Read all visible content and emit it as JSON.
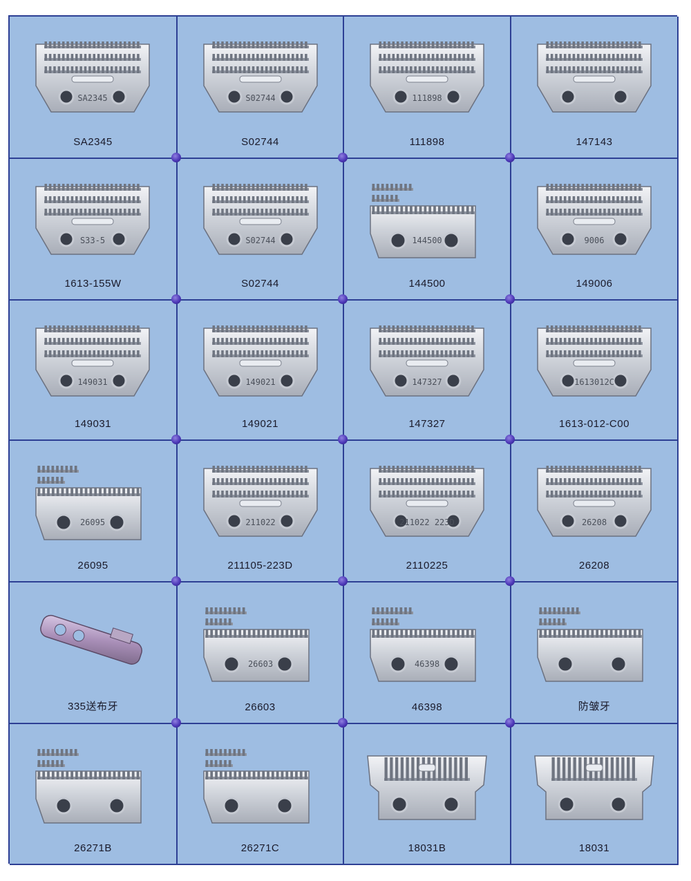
{
  "colors": {
    "background": "#9ebde2",
    "grid_line": "#2d3f94",
    "junction_dot": "#4d38b8",
    "label_text": "#1a1a2a"
  },
  "items": [
    {
      "label": "SA2345",
      "stamp": "SA2345",
      "icon": "feed-dog-plate-icon"
    },
    {
      "label": "S02744",
      "stamp": "S02744",
      "icon": "feed-dog-plate-icon"
    },
    {
      "label": "111898",
      "stamp": "111898",
      "icon": "feed-dog-plate-icon"
    },
    {
      "label": "147143",
      "stamp": "",
      "icon": "feed-dog-plate-icon"
    },
    {
      "label": "1613-155W",
      "stamp": "S33-5",
      "icon": "feed-dog-plate-icon"
    },
    {
      "label": "S02744",
      "stamp": "S02744",
      "icon": "feed-dog-plate-icon"
    },
    {
      "label": "144500",
      "stamp": "144500",
      "icon": "feed-dog-half-plate-icon"
    },
    {
      "label": "149006",
      "stamp": "9006",
      "icon": "feed-dog-plate-icon"
    },
    {
      "label": "149031",
      "stamp": "149031",
      "icon": "feed-dog-plate-icon"
    },
    {
      "label": "149021",
      "stamp": "149021",
      "icon": "feed-dog-plate-icon"
    },
    {
      "label": "147327",
      "stamp": "147327",
      "icon": "feed-dog-plate-icon"
    },
    {
      "label": "1613-012-C00",
      "stamp": "1613012C",
      "icon": "feed-dog-plate-icon"
    },
    {
      "label": "26095",
      "stamp": "26095",
      "icon": "feed-dog-half-plate-icon"
    },
    {
      "label": "211105-223D",
      "stamp": "211022",
      "icon": "feed-dog-plate-icon"
    },
    {
      "label": "2110225",
      "stamp": "211022 223D",
      "icon": "feed-dog-plate-icon"
    },
    {
      "label": "26208",
      "stamp": "26208",
      "icon": "feed-dog-plate-icon"
    },
    {
      "label": "335送布牙",
      "stamp": "",
      "icon": "feed-dog-arm-icon"
    },
    {
      "label": "26603",
      "stamp": "26603",
      "icon": "feed-dog-half-plate-icon"
    },
    {
      "label": "46398",
      "stamp": "46398",
      "icon": "feed-dog-half-plate-icon"
    },
    {
      "label": "防皱牙",
      "stamp": "",
      "icon": "feed-dog-half-plate-icon"
    },
    {
      "label": "26271B",
      "stamp": "",
      "icon": "feed-dog-half-plate-icon"
    },
    {
      "label": "26271C",
      "stamp": "",
      "icon": "feed-dog-half-plate-icon"
    },
    {
      "label": "18031B",
      "stamp": "",
      "icon": "feed-dog-slot-plate-icon"
    },
    {
      "label": "18031",
      "stamp": "",
      "icon": "feed-dog-slot-plate-icon"
    }
  ]
}
